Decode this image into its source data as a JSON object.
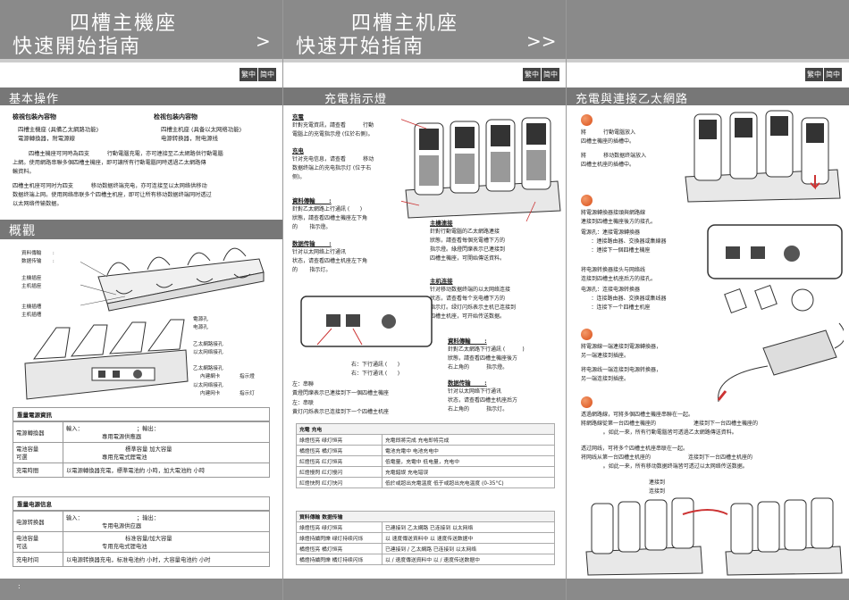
{
  "header": {
    "p1_title": "四槽主機座",
    "p1_subtitle": "快速開始指南",
    "p2_title": "四槽主机座",
    "p2_subtitle": "快速开始指南",
    "p1_arrow": ">",
    "p2_arrow": ">>"
  },
  "lang": {
    "trad": "繁中",
    "simp": "简中"
  },
  "sections": {
    "basic": "基本操作",
    "overview": "概觀",
    "charge": "充電指示燈",
    "connect": "充電與連接乙太網路"
  },
  "basic": {
    "check_trad": "檢視包裝內容物",
    "check_simp": "检视包装内容物",
    "items_trad_1": "四槽主機座 (具備乙太網路功能)",
    "items_trad_2": "電源轉換器，附電源線",
    "items_simp_1": "四槽主机座 (具备以太网络功能)",
    "items_simp_2": "电源转换器，附电源线",
    "para_trad": "四槽主機座可同時為四支          行動電腦充電，亦可連接至乙太網路供行動電腦\n上網。使用網路串聯多個四槽主機座，即可讓所有行動電腦同時透過乙太網路傳\n輸資料。",
    "para_simp": "四槽主机座可同时为四支          移动数据终端充电，亦可连接至以太网络供移动\n数据终端上网。使用网络串联多个四槽主机座，即可让所有移动数据终端同时透过\n以太网络传输数据。"
  },
  "overview": {
    "l1": "資料傳輸       :",
    "l2": "数据传输       :",
    "l3": "主機插座",
    "l4": "主机插座",
    "l5": "主機插槽",
    "l6": "主机插槽",
    "r1": "電源孔",
    "r2": "电源孔",
    "r3": "乙太網路接孔",
    "r4": "以太网络接孔",
    "r5": "乙太網路接孔",
    "r6": "內建網卡",
    "r7": "以太网络接孔",
    "r8": "内建网卡",
    "r9": "指示燈",
    "r10": "指示灯"
  },
  "spec1": {
    "title": "重量電源資訊",
    "row1_label": "電源轉換器",
    "row1_val": "輸入：                              ；輸出：\n                    專用電源供應器",
    "row2_label": "電池容量\n可選",
    "row2_val": "                                 標準容量 加大容量\n                    專用充電式鋰電池",
    "row3_label": "充電時間",
    "row3_val": "以電源轉換器充電，標準電池約    小時，加大電池約    小時"
  },
  "spec2": {
    "title": "重量电源信息",
    "row1_label": "电源转换器",
    "row1_val": "输入：                              ；输出：\n                    专用电源供应器",
    "row2_label": "电池容量\n可选",
    "row2_val": "                                 标准容量/加大容量\n                    专用充电式锂电池",
    "row3_label": "充电时间",
    "row3_val": "以电源转换器充电，标准电池约    小时，大容量电池约    小时"
  },
  "charge": {
    "c1": "充電",
    "c1b": "針對充電資訊，請查看          行動\n電腦上的充電指示燈 (位於右側)。",
    "c2": "充电",
    "c2b": "针对充电信息，请查看          移动\n数据终端上的充电指示灯 (位于右\n侧)。",
    "c3": "資料傳輸       :",
    "c3b": "針對乙太網路上行通訊 (      )\n狀態，請查看四槽主機座左下角\n的       指示燈。",
    "c4": "数据传输       :",
    "c4b": "针对以太网络上行通讯\n状态，请查看四槽主机座左下角\n的       指示灯。",
    "c5": "主機連接",
    "c5b": "針對行動電腦的乙太網路連接\n狀態，請查看每個充電槽下方的\n指示燈。綠燈閃爍表示已連接到\n四槽主機座，可開始傳送資料。",
    "c6": "主机连接",
    "c6b": "针对移动数据终端的以太网络连接\n状态，请查看每个充电槽下方的\n指示灯。绿灯闪烁表示主机已连接到\n四槽主机座，可开始传送数据。",
    "c7": "資料傳輸       :",
    "c7b": "針對乙太網路下行通訊 (          )\n狀態，請查看四槽主機座後方\n右上角的          指示燈。",
    "c8": "数据传输       :",
    "c8b": "针对以太网络下行通讯\n状态，请查看四槽主机座后方\n右上角的          指示灯。",
    "down1": "右：下行通訊 (      )",
    "down2": "右：下行通讯 (      )",
    "up_title": "左：串聯",
    "up1": "黃燈閃爍表示已連接到下一個四槽主機座",
    "up2": "左：串联",
    "up3": "黄灯闪烁表示已连接到下一个四槽主机座"
  },
  "led1": {
    "header": [
      "充電          充电",
      ""
    ],
    "rows": [
      [
        "綠燈恆亮    绿灯恒亮",
        "充電即將完成   充电即将完成"
      ],
      [
        "橘燈恆亮    橘灯恒亮",
        "電池充電中    电池充电中"
      ],
      [
        "紅燈恆亮    红灯恒亮",
        "低電量，充電中   低电量，充电中"
      ],
      [
        "紅燈慢閃    红灯慢闪",
        "充電錯誤    充电错误"
      ],
      [
        "紅燈快閃    红灯快闪",
        "低於或超出充電溫度   低于或超出充电温度 (0-35°C)"
      ]
    ]
  },
  "led2": {
    "header": [
      "資料傳輸        数据传输",
      ""
    ],
    "rows": [
      [
        "綠燈恆亮    绿灯恒亮",
        "已連接到     乙太網路  已连接到      以太网络"
      ],
      [
        "綠燈持續閃爍  绿灯持续闪烁",
        "以      速度傳送資料中   以      速度传送数据中"
      ],
      [
        "橘燈恆亮    橘灯恒亮",
        "已連接到          /     乙太網路   已连接到            以太网络"
      ],
      [
        "橘燈持續閃爍  橘灯持续闪烁",
        "以      /      速度傳送資料中   以       /       速度传送数据中"
      ]
    ]
  },
  "connect": {
    "s1a": "將          行動電腦放入\n四槽主機座的插槽中。",
    "s1b": "將          移动数据终端放入\n四槽主机座的插槽中。",
    "s2a": "將電源轉換器接頭與網路線\n連接到四槽主機座後方的接孔。",
    "s2b": "電源孔：連接電源轉換器",
    "s2c": "      ：連接路由器、交換器或集線器\n      ：連接下一個四槽主機座",
    "s2d": "将电源转换器接头与网络线\n连接到四槽主机座后方的接孔。",
    "s2e": "电源孔：连接电源转换器",
    "s2f": "      ：连接路由器、交换器或集线器\n      ：连接下一个四槽主机座",
    "s3a": "將電源線一端連接到電源轉換器，\n另一端連接到插座。",
    "s3b": "将电源线一端连接到电源转换器，\n另一端连接到插座。",
    "s4a": "透過網路線，可將多個四槽主機座串聯在一起。\n將網路線從第一台四槽主機座的                      連接到下一台四槽主機座的\n             。如此一來，所有行動電腦皆可透過乙太網路傳送資料。",
    "s4b": "透过网线，可将多个四槽主机座串联在一起。\n将网线从第一台四槽主机座的                      连接到下一台四槽主机座的\n             。如此一来，所有移动数据终端皆可透过以太网络传送数据。",
    "s4c": "連接到",
    "s4d": "连接到"
  },
  "footer": {
    "p1": ":"
  }
}
